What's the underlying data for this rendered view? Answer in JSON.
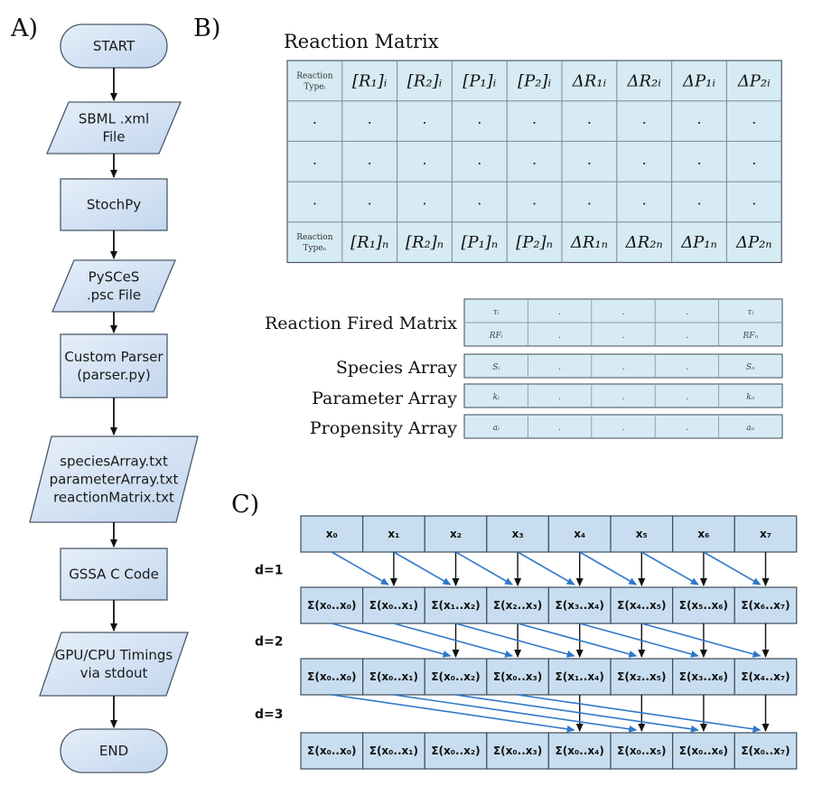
{
  "panels": {
    "a": "A)",
    "b": "B)",
    "c": "C)"
  },
  "flowchart": {
    "nodes": [
      {
        "id": "start",
        "shape": "terminal",
        "lines": [
          "START"
        ]
      },
      {
        "id": "sbml",
        "shape": "io",
        "lines": [
          "SBML .xml",
          "File"
        ]
      },
      {
        "id": "stochpy",
        "shape": "process",
        "lines": [
          "StochPy"
        ]
      },
      {
        "id": "pysces",
        "shape": "io",
        "lines": [
          "PySCeS",
          ".psc File"
        ]
      },
      {
        "id": "parser",
        "shape": "process",
        "lines": [
          "Custom Parser",
          "(parser.py)"
        ]
      },
      {
        "id": "arrays",
        "shape": "io",
        "lines": [
          "speciesArray.txt",
          "parameterArray.txt",
          "reactionMatrix.txt"
        ]
      },
      {
        "id": "gssa",
        "shape": "process",
        "lines": [
          "GSSA C Code"
        ]
      },
      {
        "id": "timings",
        "shape": "io",
        "lines": [
          "GPU/CPU Timings",
          "via stdout"
        ]
      },
      {
        "id": "end",
        "shape": "terminal",
        "lines": [
          "END"
        ]
      }
    ]
  },
  "reaction_matrix": {
    "title": "Reaction Matrix",
    "header_row": [
      "Reaction|Typeᵢ",
      "[R₁]ᵢ",
      "[R₂]ᵢ",
      "[P₁]ᵢ",
      "[P₂]ᵢ",
      "ΔR₁ᵢ",
      "ΔR₂ᵢ",
      "ΔP₁ᵢ",
      "ΔP₂ᵢ"
    ],
    "dot_rows": 3,
    "dot": ".",
    "footer_row": [
      "Reaction|Typeₙ",
      "[R₁]ₙ",
      "[R₂]ₙ",
      "[P₁]ₙ",
      "[P₂]ₙ",
      "ΔR₁ₙ",
      "ΔR₂ₙ",
      "ΔP₁ₙ",
      "ΔP₂ₙ"
    ]
  },
  "arrays": [
    {
      "label": "Reaction Fired Matrix",
      "rows": [
        [
          "τᵢ",
          ".",
          ".",
          ".",
          "τᵢ"
        ],
        [
          "RFᵢ",
          ".",
          ".",
          ".",
          "RFₙ"
        ]
      ]
    },
    {
      "label": "Species Array",
      "rows": [
        [
          "Sᵢ",
          ".",
          ".",
          ".",
          "Sₙ"
        ]
      ]
    },
    {
      "label": "Parameter Array",
      "rows": [
        [
          "kᵢ",
          ".",
          ".",
          ".",
          "kₙ"
        ]
      ]
    },
    {
      "label": "Propensity Array",
      "rows": [
        [
          "aᵢ",
          ".",
          ".",
          ".",
          "aₙ"
        ]
      ]
    }
  ],
  "scan": {
    "inputs": [
      "x₀",
      "x₁",
      "x₂",
      "x₃",
      "x₄",
      "x₅",
      "x₆",
      "x₇"
    ],
    "levels": [
      {
        "label": "d=1",
        "offset": 1,
        "cells": [
          "Σ(x₀..x₀)",
          "Σ(x₀..x₁)",
          "Σ(x₁..x₂)",
          "Σ(x₂..x₃)",
          "Σ(x₃..x₄)",
          "Σ(x₄..x₅)",
          "Σ(x₅..x₆)",
          "Σ(x₆..x₇)"
        ]
      },
      {
        "label": "d=2",
        "offset": 2,
        "cells": [
          "Σ(x₀..x₀)",
          "Σ(x₀..x₁)",
          "Σ(x₀..x₂)",
          "Σ(x₀..x₃)",
          "Σ(x₁..x₄)",
          "Σ(x₂..x₅)",
          "Σ(x₃..x₆)",
          "Σ(x₄..x₇)"
        ]
      },
      {
        "label": "d=3",
        "offset": 4,
        "cells": [
          "Σ(x₀..x₀)",
          "Σ(x₀..x₁)",
          "Σ(x₀..x₂)",
          "Σ(x₀..x₃)",
          "Σ(x₀..x₄)",
          "Σ(x₀..x₅)",
          "Σ(x₀..x₆)",
          "Σ(x₀..x₇)"
        ]
      }
    ]
  },
  "colors": {
    "fill": "#c8def0",
    "fill_light": "#dbe9f5",
    "stroke": "#4a5a6a",
    "blue_arrow": "#2f78c8",
    "black": "#111111",
    "cell_fill": "#d6ebf3"
  }
}
